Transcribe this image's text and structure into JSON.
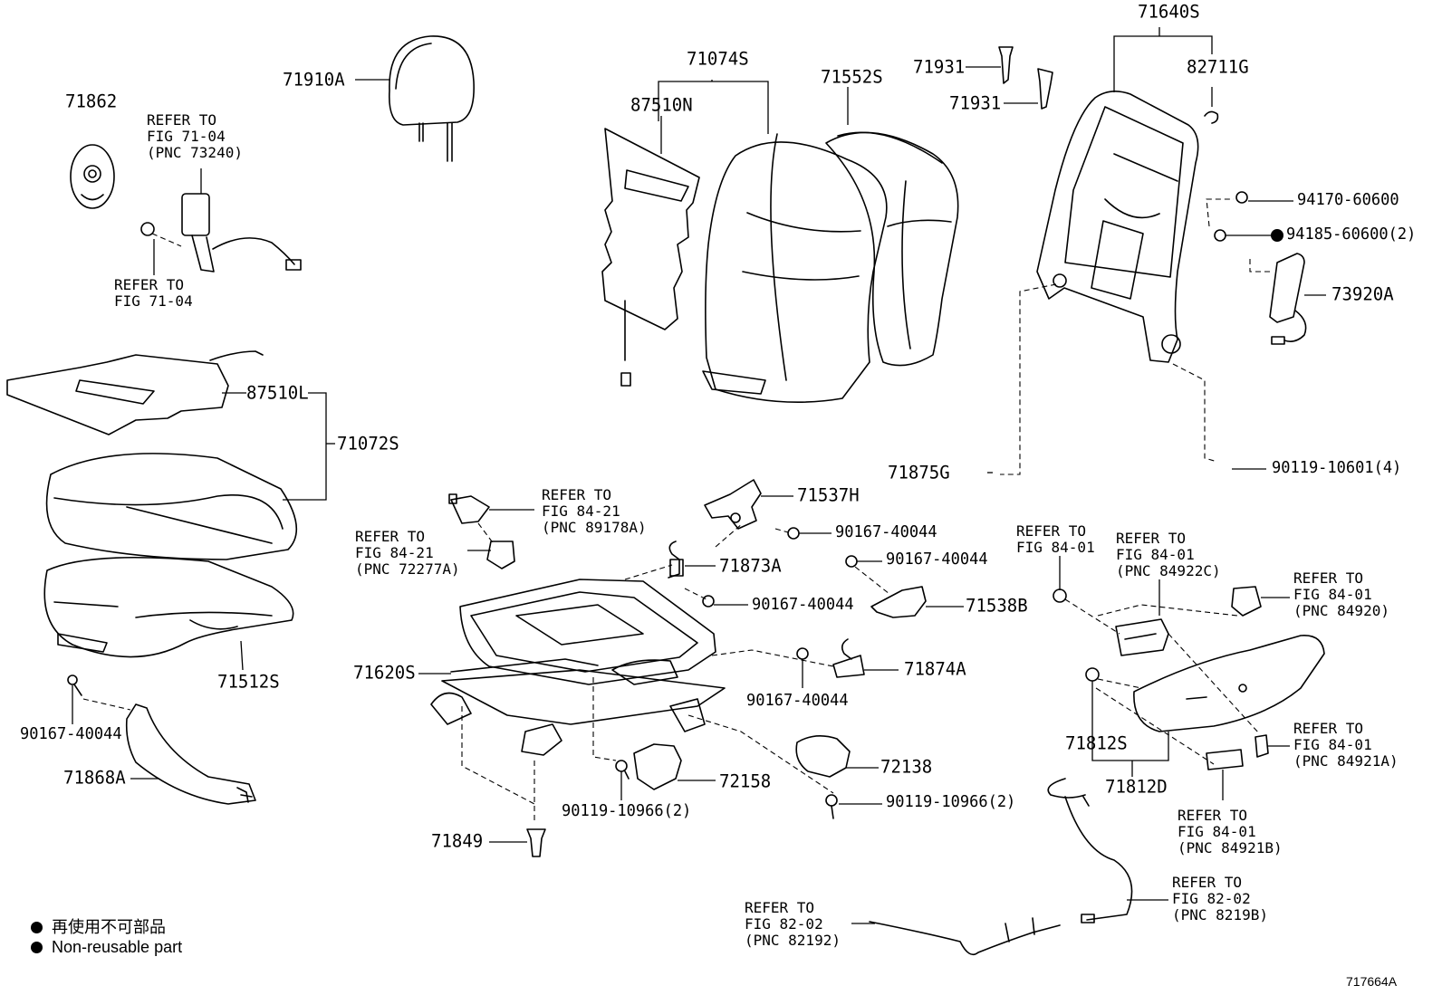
{
  "parts": {
    "p71862": "71862",
    "p71910A": "71910A",
    "p71074S": "71074S",
    "p87510N": "87510N",
    "p71552S": "71552S",
    "p71931a": "71931",
    "p71931b": "71931",
    "p71640S": "71640S",
    "p82711G": "82711G",
    "p94170": "94170-60600",
    "p94185": "94185-60600(2)",
    "p73920A": "73920A",
    "p87510L": "87510L",
    "p71072S": "71072S",
    "p71875G": "71875G",
    "p90119_10601": "90119-10601(4)",
    "p71537H": "71537H",
    "p90167_a": "90167-40044",
    "p90167_b": "90167-40044",
    "p71873A": "71873A",
    "p90167_c": "90167-40044",
    "p71538B": "71538B",
    "p71620S": "71620S",
    "p71874A": "71874A",
    "p90167_d": "90167-40044",
    "p71512S": "71512S",
    "p90167_e": "90167-40044",
    "p71868A": "71868A",
    "p72138": "72138",
    "p72158": "72158",
    "p90119_10966a": "90119-10966(2)",
    "p90119_10966b": "90119-10966(2)",
    "p71849": "71849",
    "p71812S": "71812S",
    "p71812D": "71812D"
  },
  "refs": {
    "r_seatbelt": "REFER TO\nFIG 71-04\n(PNC 73240)",
    "r_7104": "REFER TO\nFIG 71-04",
    "r_89178A": "REFER TO\nFIG 84-21\n(PNC 89178A)",
    "r_72277A": "REFER TO\nFIG 84-21\n(PNC 72277A)",
    "r_8401": "REFER TO\nFIG 84-01",
    "r_84922C": "REFER TO\nFIG 84-01\n(PNC 84922C)",
    "r_84920": "REFER TO\nFIG 84-01\n(PNC 84920)",
    "r_84921A": "REFER TO\nFIG 84-01\n(PNC 84921A)",
    "r_84921B": "REFER TO\nFIG 84-01\n(PNC 84921B)",
    "r_8219B": "REFER TO\nFIG 82-02\n(PNC 8219B)",
    "r_82192": "REFER TO\nFIG 82-02\n(PNC 82192)"
  },
  "legend": {
    "line1": "再使用不可部品",
    "line2": "Non-reusable part"
  },
  "figure_id": "717664A"
}
